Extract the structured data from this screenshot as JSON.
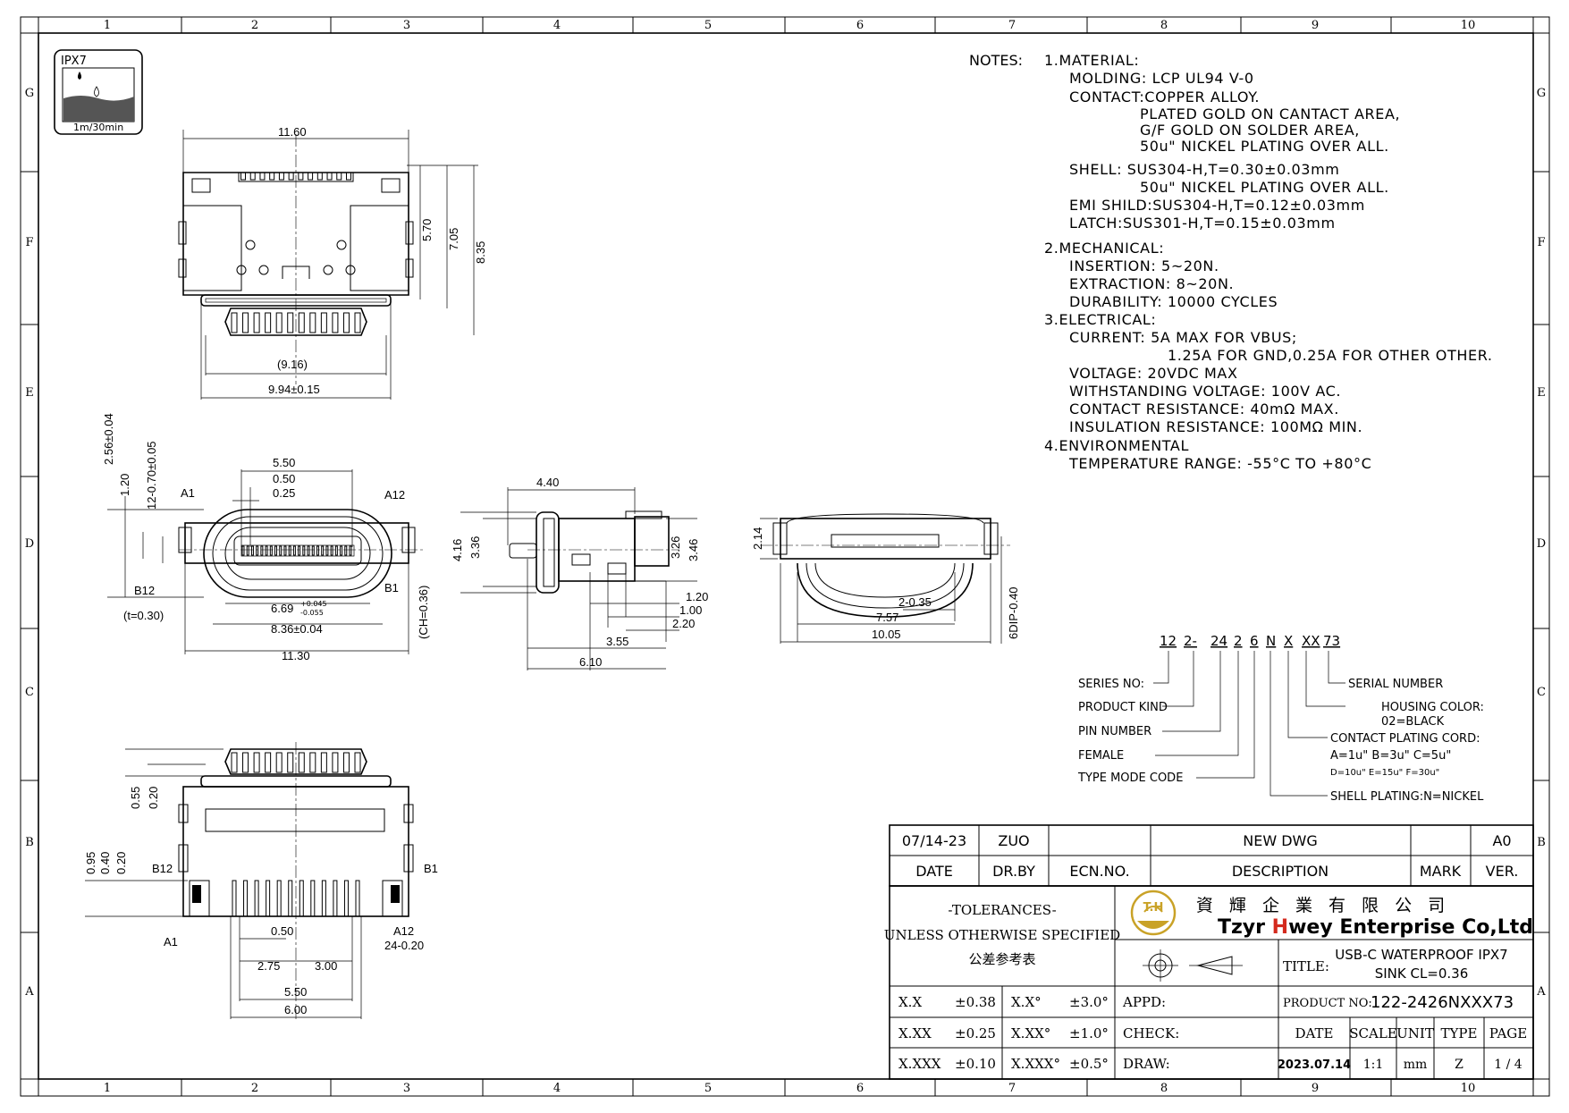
{
  "frame": {
    "col_labels": [
      "1",
      "2",
      "3",
      "4",
      "5",
      "6",
      "7",
      "8",
      "9",
      "10"
    ],
    "row_labels": [
      "G",
      "F",
      "E",
      "D",
      "C",
      "B",
      "A"
    ]
  },
  "badge": {
    "rating": "IPX7",
    "depth": "1m/30min"
  },
  "notes": {
    "heading": "NOTES:",
    "lines": [
      "1.MATERIAL:",
      "MOLDING: LCP UL94 V-0",
      "CONTACT:COPPER ALLOY.",
      "PLATED GOLD ON CANTACT AREA,",
      "G/F GOLD ON SOLDER AREA,",
      "50u\" NICKEL PLATING OVER ALL.",
      "SHELL: SUS304-H,T=0.30±0.03mm",
      "50u\" NICKEL PLATING OVER ALL.",
      "EMI SHILD:SUS304-H,T=0.12±0.03mm",
      "LATCH:SUS301-H,T=0.15±0.03mm",
      "2.MECHANICAL:",
      "INSERTION: 5~20N.",
      "EXTRACTION: 8~20N.",
      "DURABILITY: 10000 CYCLES",
      "3.ELECTRICAL:",
      "CURRENT: 5A MAX FOR VBUS;",
      "1.25A FOR GND,0.25A FOR OTHER OTHER.",
      "VOLTAGE: 20VDC MAX",
      "WITHSTANDING VOLTAGE: 100V AC.",
      "CONTACT RESISTANCE: 40mΩ MAX.",
      "INSULATION RESISTANCE: 100MΩ MIN.",
      "4.ENVIRONMENTAL",
      "TEMPERATURE RANGE: -55°C TO +80°C"
    ]
  },
  "dims": {
    "top_view": [
      "11.60",
      "5.70",
      "7.05",
      "8.35",
      "(9.16)",
      "9.94±0.15"
    ],
    "front_view": [
      "5.50",
      "0.50",
      "0.25",
      "2.56±0.04",
      "1.20",
      "12-0.70±0.05",
      "A1",
      "A12",
      "B12",
      "B1",
      "(t=0.30)",
      "6.69",
      "+0.045",
      "-0.055",
      "8.36±0.04",
      "11.30",
      "(CH=0.36)"
    ],
    "side_view": [
      "4.40",
      "4.16",
      "3.36",
      "3.26",
      "3.46",
      "1.20",
      "1.00",
      "2.20",
      "3.55",
      "6.10"
    ],
    "rear_view": [
      "2.14",
      "2-0.35",
      "7.57",
      "10.05",
      "6DIP-0.40"
    ],
    "bottom_view": [
      "0.55",
      "0.20",
      "0.95",
      "0.40",
      "0.20",
      "B12",
      "B1",
      "A1",
      "A12",
      "0.50",
      "24-0.20",
      "2.75",
      "3.00",
      "5.50",
      "6.00"
    ]
  },
  "part_code": {
    "segments": [
      "12",
      "2-",
      "24",
      "2",
      "6",
      "N",
      "X",
      "XX",
      "73"
    ],
    "labels_left": [
      "SERIES NO:",
      "PRODUCT KIND",
      "PIN NUMBER",
      "FEMALE",
      "TYPE MODE CODE"
    ],
    "labels_right": [
      "SERIAL NUMBER",
      "HOUSING COLOR:",
      "02=BLACK",
      "CONTACT PLATING CORD:",
      "A=1u\"   B=3u\"   C=5u\"",
      "D=10u\" E=15u\" F=30u\"",
      "SHELL PLATING:N=NICKEL"
    ]
  },
  "revision": {
    "date": "07/14-23",
    "dr_by": "ZUO",
    "ecn": "",
    "description": "NEW DWG",
    "mark": "",
    "ver": "A0",
    "hdr_date": "DATE",
    "hdr_drby": "DR.BY",
    "hdr_ecn": "ECN.NO.",
    "hdr_desc": "DESCRIPTION",
    "hdr_mark": "MARK",
    "hdr_ver": "VER."
  },
  "tolerances": {
    "title": "-TOLERANCES-",
    "subtitle": "UNLESS OTHERWISE SPECIFIED",
    "chinese": "公差参考表",
    "rows": [
      {
        "k1": "X.X",
        "v1": "±0.38",
        "k2": "X.X°",
        "v2": "±3.0°"
      },
      {
        "k1": "X.XX",
        "v1": "±0.25",
        "k2": "X.XX°",
        "v2": "±1.0°"
      },
      {
        "k1": "X.XXX",
        "v1": "±0.10",
        "k2": "X.XXX°",
        "v2": "±0.5°"
      }
    ]
  },
  "company": {
    "logo_text": "T.H",
    "name_cn": "資 輝 企 業 有 限 公 司",
    "name_en_a": "Tzyr ",
    "name_en_h": "H",
    "name_en_b": "wey Enterprise Co,Ltd",
    "accent": "#c9a227",
    "red": "#d42a1e"
  },
  "title_block": {
    "title_label": "TITLE:",
    "title_line1": "USB-C WATERPROOF IPX7",
    "title_line2": "SINK CL=0.36",
    "product_label": "PRODUCT NO:",
    "product_no": "122-2426NXXX73",
    "appd": "APPD:",
    "check": "CHECK:",
    "draw": "DRAW:",
    "h_date": "DATE",
    "h_scale": "SCALE",
    "h_unit": "UNIT",
    "h_type": "TYPE",
    "h_page": "PAGE",
    "date": "2023.07.14",
    "scale": "1:1",
    "unit": "mm",
    "type": "Z",
    "page": "1 / 4"
  }
}
